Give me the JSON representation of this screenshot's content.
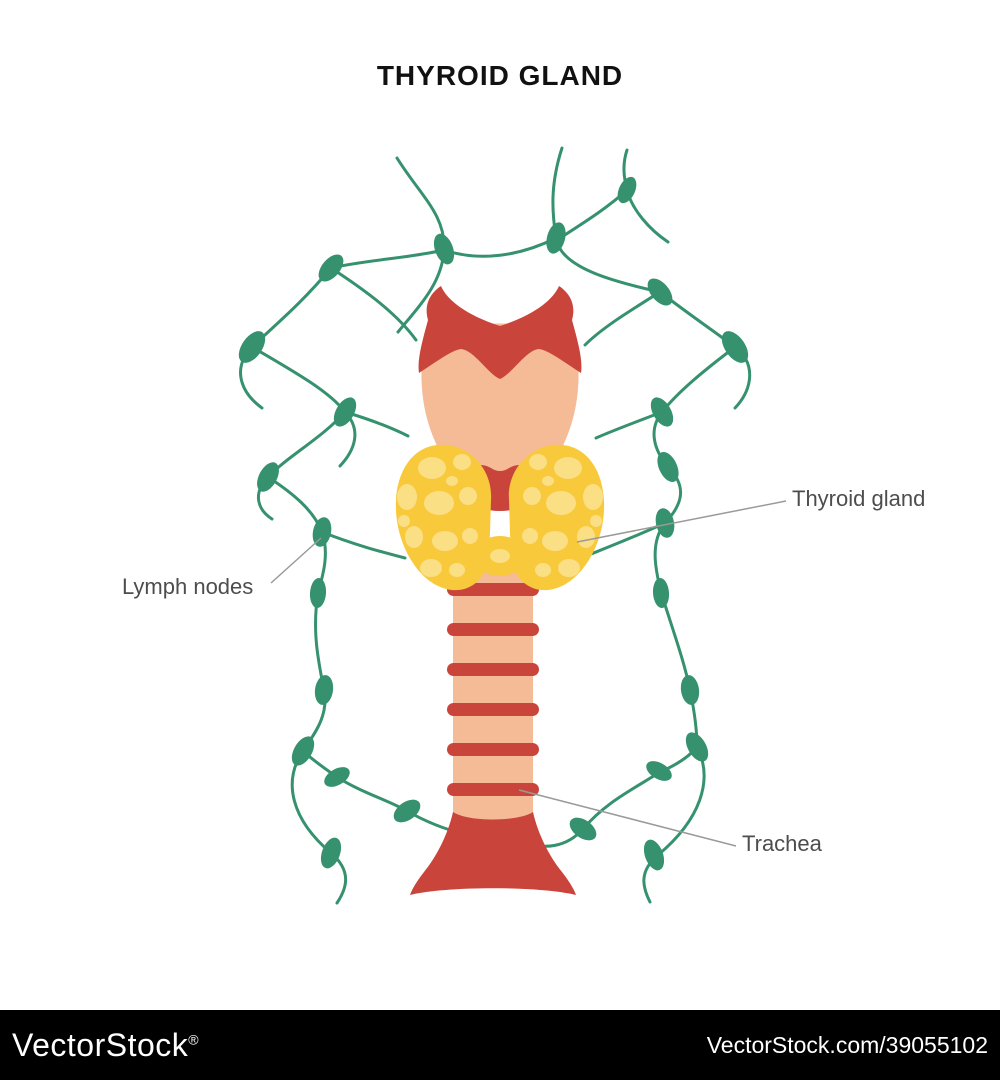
{
  "title": "THYROID GLAND",
  "labels": {
    "thyroid_gland": "Thyroid gland",
    "lymph_nodes": "Lymph nodes",
    "trachea": "Trachea"
  },
  "watermark": {
    "brand": "VectorStock",
    "reg_mark": "®",
    "site_ref": "VectorStock.com/39055102"
  },
  "colors": {
    "lymph_green": "#35916e",
    "organ_red": "#c9453c",
    "skin_peach": "#f5bb97",
    "thyroid_yellow": "#f9c93c",
    "thyroid_spot": "#fbdf85",
    "pointer_gray": "#9a9a9a",
    "label_text": "#4d4d4d",
    "title_text": "#111111",
    "footer_bg": "#000000",
    "footer_text": "#ffffff"
  }
}
